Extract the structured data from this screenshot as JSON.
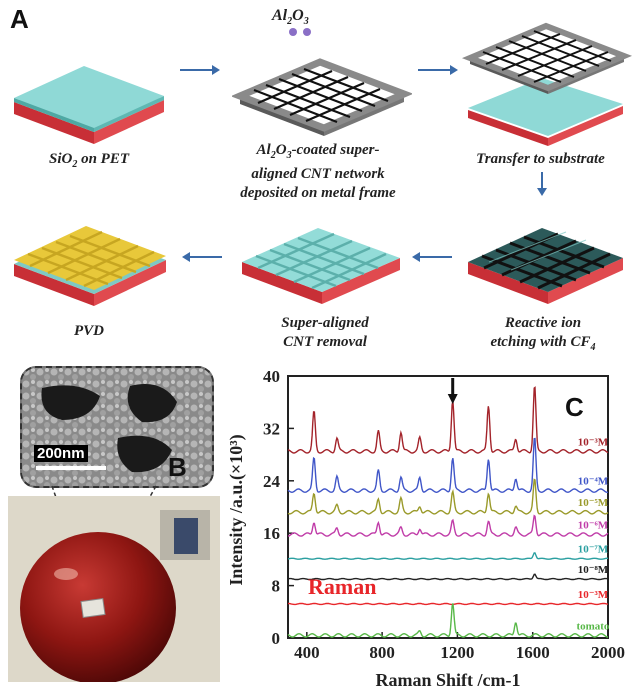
{
  "panel_a": {
    "letter": "A",
    "al2o3": {
      "base": "Al",
      "s1": "2",
      "mid": "O",
      "s2": "3"
    },
    "labels": {
      "sio2_pet": {
        "pre": "SiO",
        "sub": "2",
        "post": " on PET"
      },
      "network_line1": {
        "base": "Al",
        "s1": "2",
        "mid": "O",
        "s2": "3",
        "post": "-coated super-"
      },
      "network_line2": "aligned CNT network",
      "network_line3": "deposited on metal frame",
      "transfer": "Transfer to substrate",
      "pvd": "PVD",
      "removal_line1": "Super-aligned",
      "removal_line2": "CNT  removal",
      "etch_line1": "Reactive ion",
      "etch_line2": {
        "pre": "etching with CF",
        "sub": "4"
      }
    }
  },
  "panel_b": {
    "letter": "B",
    "scale_bar": "200nm"
  },
  "panel_c": {
    "letter": "C",
    "chart_data": {
      "type": "line",
      "xlabel": "Raman Shift /cm-1",
      "ylabel": "Intensity /a.u.(×10³)",
      "xlim": [
        300,
        2000
      ],
      "ylim": [
        0,
        40
      ],
      "xticks": [
        400,
        800,
        1200,
        1600,
        2000
      ],
      "yticks": [
        0,
        8,
        16,
        24,
        32,
        40
      ],
      "inline_text": "Raman",
      "inline_color": "#e8262a",
      "arrow_x": 1175,
      "peaks": [
        438,
        560,
        780,
        900,
        1000,
        1175,
        1365,
        1510,
        1610
      ],
      "series": [
        {
          "label": "10⁻³M",
          "base": 28.5,
          "color": "#a3232a",
          "amps": [
            6,
            2,
            3,
            3,
            2,
            8,
            7,
            2,
            10
          ]
        },
        {
          "label": "10⁻⁴M",
          "base": 22.5,
          "color": "#4056c8",
          "amps": [
            5,
            2,
            3,
            2,
            2,
            5,
            5,
            2,
            8
          ]
        },
        {
          "label": "10⁻⁵M",
          "base": 19.2,
          "color": "#9a9a2a",
          "amps": [
            3,
            1,
            2,
            2,
            1,
            3,
            3,
            1,
            5
          ]
        },
        {
          "label": "10⁻⁶M",
          "base": 15.8,
          "color": "#c03ca8",
          "amps": [
            2,
            1,
            2,
            1,
            1,
            2,
            2,
            1,
            3
          ]
        },
        {
          "label": "10⁻⁷M",
          "base": 12.1,
          "color": "#2a9fa0",
          "amps": [
            0,
            0,
            0,
            0,
            0,
            0,
            0,
            0,
            1
          ]
        },
        {
          "label": "10⁻⁸M",
          "base": 9.0,
          "color": "#222222",
          "amps": [
            0,
            0,
            0,
            0,
            0,
            0,
            0,
            0,
            0.8
          ]
        },
        {
          "label": "10⁻³M",
          "base": 5.2,
          "color": "#e8262a",
          "amps": [
            0,
            0,
            0,
            0,
            0,
            0,
            0,
            0,
            0
          ]
        },
        {
          "label": "tomato",
          "base": 0.4,
          "color": "#58b848",
          "amps": [
            0,
            0,
            0,
            0,
            0.6,
            5,
            0,
            2.2,
            0
          ]
        }
      ]
    }
  }
}
